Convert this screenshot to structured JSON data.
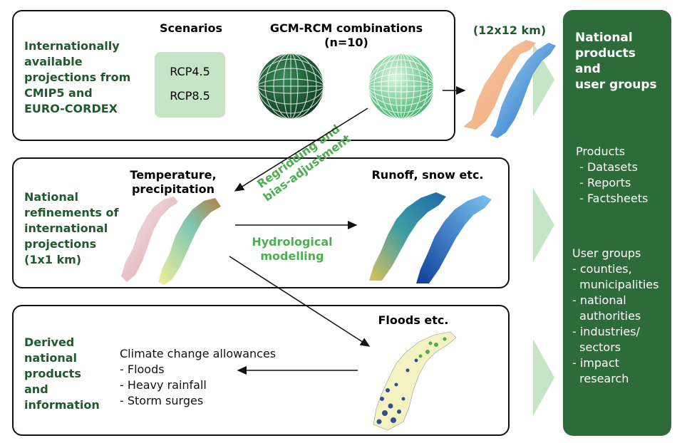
{
  "row1": {
    "label": "Internationally\navailable\nprojections from\nCMIP5 and\nEURO-CORDEX",
    "scenarios_title": "Scenarios",
    "scenario_items": [
      "RCP4.5",
      "RCP8.5"
    ],
    "gcm_title": "GCM-RCM combinations\n(n=10)",
    "resolution": "(12x12 km)"
  },
  "row2": {
    "label": "National\nrefinements of\ninternational\nprojections\n(1x1 km)",
    "temp_title": "Temperature,\nprecipitation",
    "runoff_title": "Runoff, snow etc.",
    "hydro_label": "Hydrological\nmodelling",
    "regrid_label": "Regridding and\nbias-adjustment"
  },
  "row3": {
    "label": "Derived\nnational\nproducts\nand\ninformation",
    "floods_title": "Floods etc.",
    "allowances_title": "Climate change allowances",
    "allowances": [
      "- Floods",
      "- Heavy rainfall",
      "- Storm surges"
    ]
  },
  "panel": {
    "title": "National\nproducts\nand\nuser groups",
    "products_title": "Products",
    "products": [
      " - Datasets",
      " - Reports",
      " - Factsheets"
    ],
    "users_title": "User groups",
    "users": [
      "- counties,\n  municipalities",
      "- national\n  authorities",
      "- industries/\n  sectors",
      "- impact\n  research"
    ],
    "color": "#2e6b3a"
  },
  "colors": {
    "label_green": "#1e5a2c",
    "accent_green": "#4caf50",
    "light_green": "#c6e5c6",
    "globe_dark": "#1d5a35",
    "globe_light": "#8fdc9a"
  }
}
